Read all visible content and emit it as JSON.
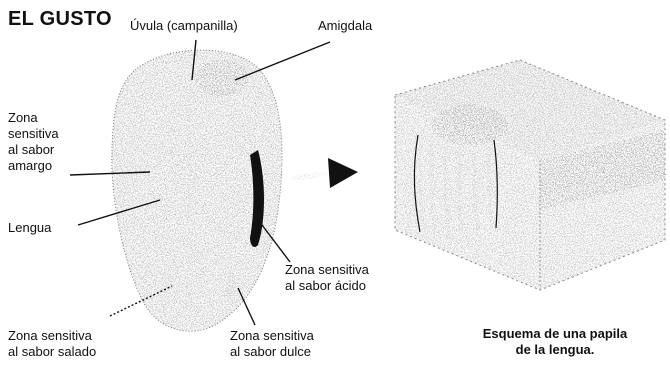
{
  "title": "EL GUSTO",
  "labels": {
    "uvula": "Úvula (campanilla)",
    "amigdala": "Amigdala",
    "amargo": "Zona\nsensitiva\nal sabor\namargo",
    "lengua": "Lengua",
    "acido": "Zona sensitiva\nal sabor ácido",
    "salado": "Zona sensitiva\nal sabor salado",
    "dulce": "Zona sensitiva\nal sabor dulce"
  },
  "caption": "Esquema de una papila\nde la lengua."
}
